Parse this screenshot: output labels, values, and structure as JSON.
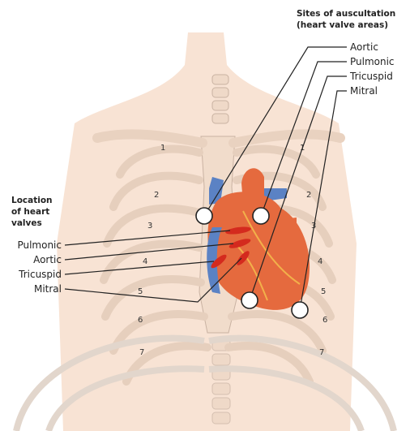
{
  "auscultation": {
    "title_line1": "Sites of auscultation",
    "title_line2": "(heart valve areas)",
    "sites": [
      "Aortic",
      "Pulmonic",
      "Tricuspid",
      "Mitral"
    ]
  },
  "valves": {
    "title_line1": "Location",
    "title_line2": "of heart",
    "title_line3": "valves",
    "items": [
      "Pulmonic",
      "Aortic",
      "Tricuspid",
      "Mitral"
    ]
  },
  "rib_numbers": [
    "1",
    "2",
    "3",
    "4",
    "5",
    "6",
    "7"
  ],
  "colors": {
    "skin": "#f8e3d4",
    "bone": "#f1dccb",
    "bone_outline": "#bfa898",
    "heart": "#e56a3e",
    "vessel_blue": "#5b82c4",
    "valve_red": "#d42a1e"
  }
}
